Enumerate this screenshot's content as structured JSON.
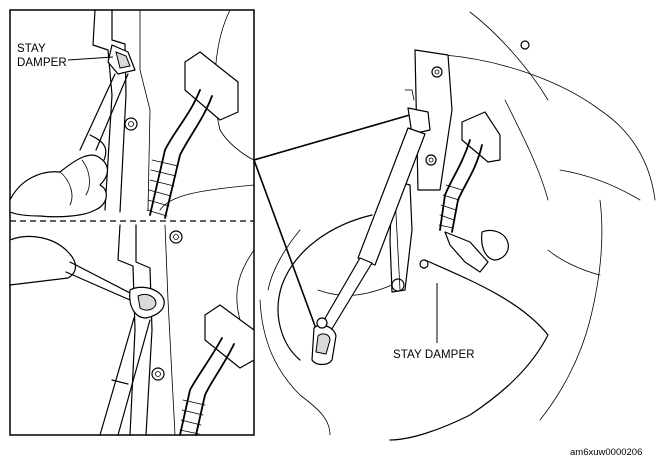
{
  "inset_label": {
    "line1": "STAY",
    "line2": "DAMPER"
  },
  "main_label": "STAY DAMPER",
  "figure_code": "am6xuw0000206"
}
